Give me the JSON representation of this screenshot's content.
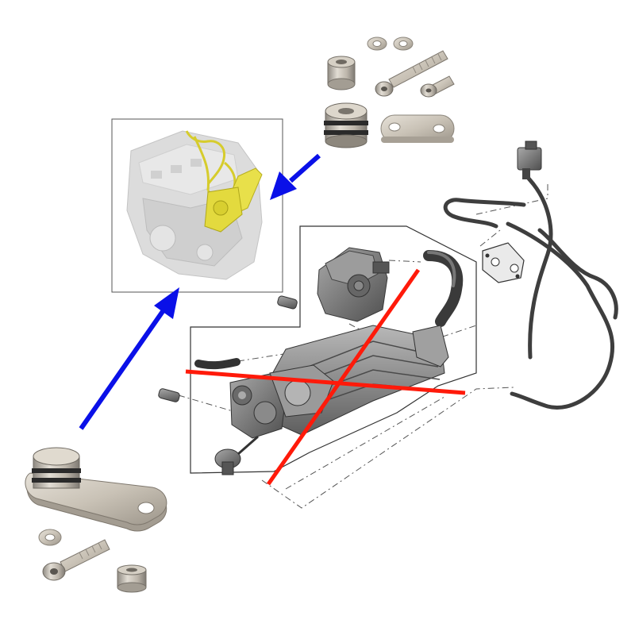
{
  "diagram": {
    "background": "#ffffff",
    "colors": {
      "arrow": "#0a10e8",
      "cross": "#ff1a0a",
      "frame": "#333333",
      "engine_gray": "#d7d7d7",
      "engine_highlight": "#e8e04a",
      "metal": "#c9c2b6",
      "dark_metal": "#6e6e6e",
      "hose": "#4a4a4a"
    },
    "components": [
      "engine-overview",
      "egr-delete-kit-top",
      "egr-delete-kit-bottom",
      "egr-valve-assembly",
      "egr-cooler",
      "vacuum-hose",
      "removed-cross"
    ],
    "arrows": [
      "kit-to-engine-arrow-top",
      "kit-to-engine-arrow-bottom"
    ]
  }
}
